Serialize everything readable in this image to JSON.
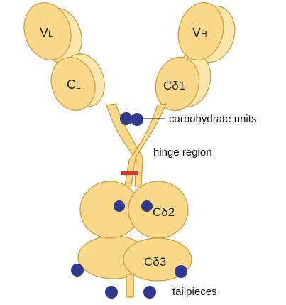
{
  "diagram": {
    "domains": {
      "vl": {
        "main": "V",
        "sub": "L"
      },
      "cl": {
        "main": "C",
        "sub": "L"
      },
      "vh": {
        "main": "V",
        "sub": "H"
      },
      "cd1": "Cδ1",
      "cd2": "Cδ2",
      "cd3": "Cδ3"
    },
    "labels": {
      "carbohydrate": "carbohydrate units",
      "hinge": "hinge region",
      "tailpieces": "tailpieces"
    }
  },
  "colors": {
    "domain_fill": "#f9d989",
    "domain_light": "#fbe6ad",
    "domain_stroke": "#c8993a",
    "carbohydrate": "#2f3a8f",
    "disulfide": "#e0342a"
  }
}
